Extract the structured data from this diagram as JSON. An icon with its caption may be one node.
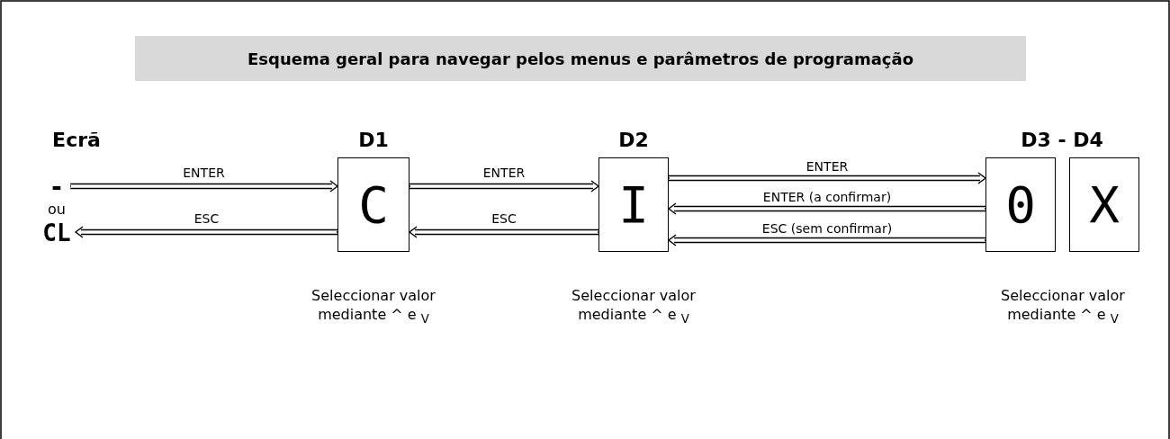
{
  "diagram": {
    "title": "Esquema geral para navegar pelos menus e parâmetros de programação",
    "nodes": [
      {
        "text": [
          "-"
        ]
      },
      {
        "text": [
          "CL"
        ]
      },
      {
        "text": [
          "C"
        ],
        "beside": [
          "D1",
          "Seleccionar valor mediante ^ e $_{V}$"
        ]
      },
      {
        "text": [
          "I"
        ],
        "beside": [
          "D2",
          "Seleccionar valor mediante ^ e $_{V}$"
        ]
      },
      {
        "text": [
          "0"
        ]
      },
      {
        "text": [
          "X"
        ]
      }
    ],
    "edges": [
      {
        "from": 0,
        "to": 2,
        "arrow": "to",
        "label": "ENTER"
      },
      {
        "from": 2,
        "to": 1,
        "arrow": "to",
        "label": "ESC"
      },
      {
        "from": 2,
        "to": 3,
        "arrow": "to",
        "label": "ENTER"
      },
      {
        "from": 3,
        "to": 2,
        "arrow": "to",
        "label": "ESC"
      },
      {
        "from": 3,
        "to": 4,
        "arrow": "to",
        "label": "ENTER"
      },
      {
        "from": 4,
        "to": 3,
        "arrow": "to",
        "label": "ENTER (a confirmar)"
      },
      {
        "from": 4,
        "to": 3,
        "arrow": "to",
        "label": "ESC (sem confirmar)"
      }
    ],
    "labels": [
      "Ecrã",
      "D3 - D4",
      "ou",
      "Seleccionar valor mediante ^ e $_{V}$"
    ]
  }
}
